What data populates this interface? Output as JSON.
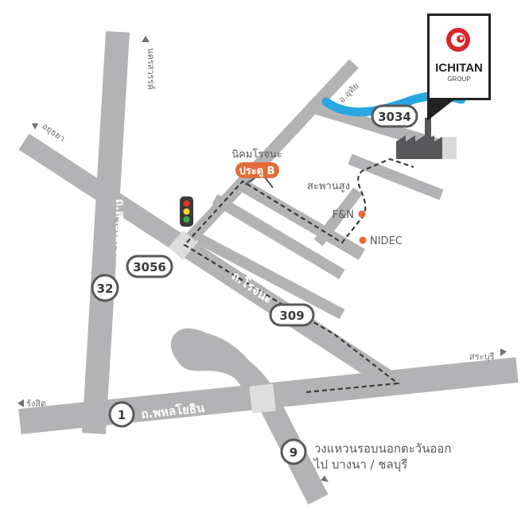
{
  "brand": {
    "name": "ICHITAN",
    "sub": "GROUP",
    "logo_color": "#d9262c"
  },
  "colors": {
    "road": "#b3b3b5",
    "river": "#27a8e0",
    "route": "#3a3a3a",
    "gate": "#e56b3a",
    "poi": "#e56b3a"
  },
  "highways": {
    "h3034": "3034",
    "h3056": "3056",
    "h32": "32",
    "h309": "309",
    "h1": "1",
    "h9": "9"
  },
  "labels": {
    "estate": "นิคมโรจนะ",
    "gate": "ประตู B",
    "bridge": "สะพานสูง",
    "fn": "F&N",
    "nidec": "NIDEC",
    "river": "อ.อุทัย",
    "nakhonsawan": "นครสวรรค์",
    "ayutthaya": "อยุธยา",
    "asia_road": "ถ.สายเอเชีย",
    "rojana_road": "ถ.โรจนะ",
    "phahonyothin": "ถ.พหลโยธิน",
    "rangsit": "รังสิต",
    "saraburi": "สระบุรี",
    "ring_line1": "วงแหวนรอบนอกตะวันออก",
    "ring_line2": "ไป บางนา / ชลบุรี"
  },
  "icons": [
    "traffic-light-icon",
    "factory-icon",
    "ichitan-logo",
    "direction-arrow-icon",
    "poi-dot-icon"
  ]
}
